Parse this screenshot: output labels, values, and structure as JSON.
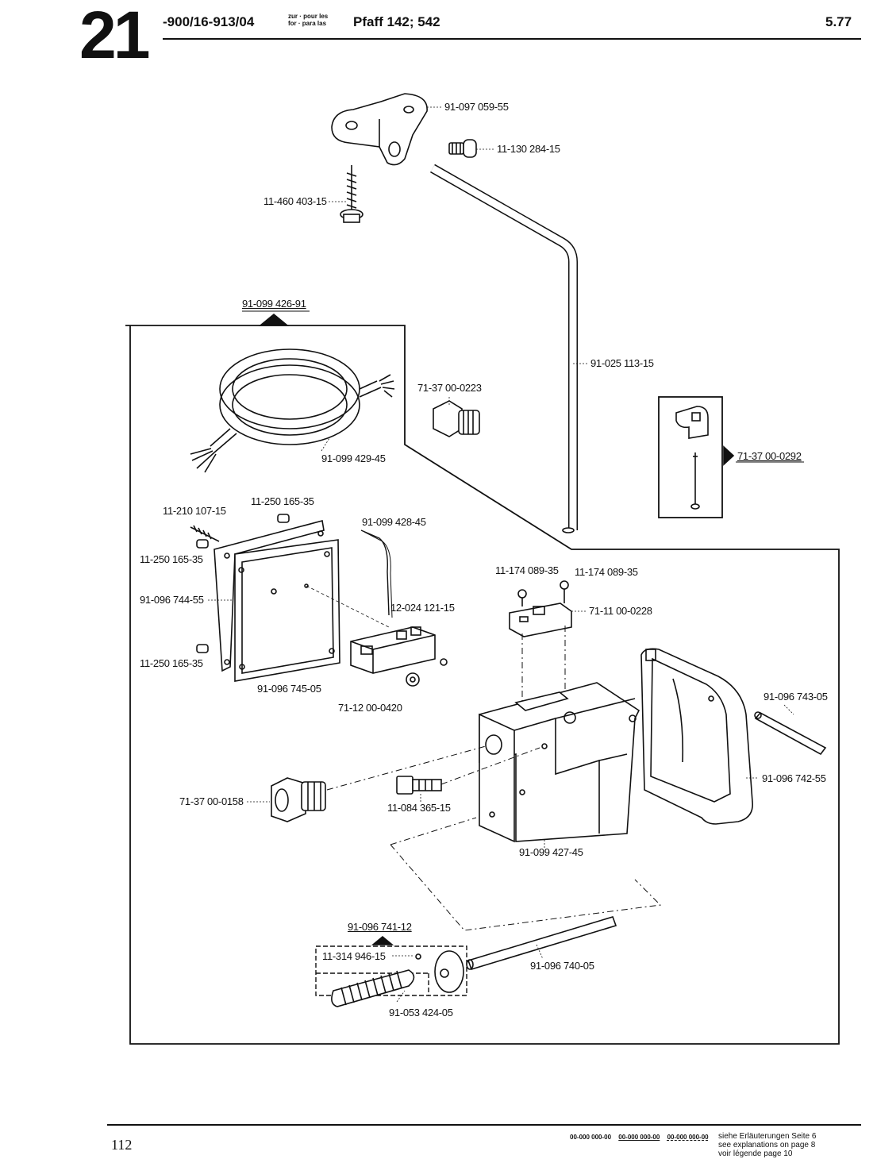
{
  "header": {
    "section_number": "21",
    "code": "-900/16-913/04",
    "zur_line1": "zur · pour les",
    "zur_line2": "for · para las",
    "model": "Pfaff 142; 542",
    "date": "5.77"
  },
  "parts": {
    "p_91_097_059_55": "91-097 059-55",
    "p_11_130_284_15": "11-130 284-15",
    "p_11_460_403_15": "11-460 403-15",
    "p_91_099_426_91": "91-099 426-91",
    "p_91_025_113_15": "91-025 113-15",
    "p_71_37_00_0223": "71-37 00-0223",
    "p_91_099_429_45": "91-099 429-45",
    "p_71_37_00_0292": "71-37 00-0292",
    "p_11_210_107_15": "11-210 107-15",
    "p_11_250_165_35_a": "11-250 165-35",
    "p_91_099_428_45": "91-099 428-45",
    "p_11_250_165_35_b": "11-250 165-35",
    "p_91_096_744_55": "91-096 744-55",
    "p_11_174_089_35_a": "11-174 089-35",
    "p_11_174_089_35_b": "11-174 089-35",
    "p_71_11_00_0228": "71-11 00-0228",
    "p_12_024_121_15": "12-024 121-15",
    "p_11_250_165_35_c": "11-250 165-35",
    "p_91_096_745_05": "91-096 745-05",
    "p_71_12_00_0420": "71-12 00-0420",
    "p_91_096_743_05": "91-096 743-05",
    "p_91_096_742_55": "91-096 742-55",
    "p_71_37_00_0158": "71-37 00-0158",
    "p_11_084_365_15": "11-084 365-15",
    "p_91_099_427_45": "91-099 427-45",
    "p_91_096_741_12": "91-096 741-12",
    "p_11_314_946_15": "11-314 946-15",
    "p_91_096_740_05": "91-096 740-05",
    "p_91_053_424_05": "91-053 424-05"
  },
  "footer": {
    "page": "112",
    "code1": "00-000 000-00",
    "code2": "00-000 000-00",
    "code3": "00-000 000-00",
    "note_de": "siehe Erläuterungen Seite 6",
    "note_en": "see explanations on page 8",
    "note_fr": "voir légende page 10"
  }
}
